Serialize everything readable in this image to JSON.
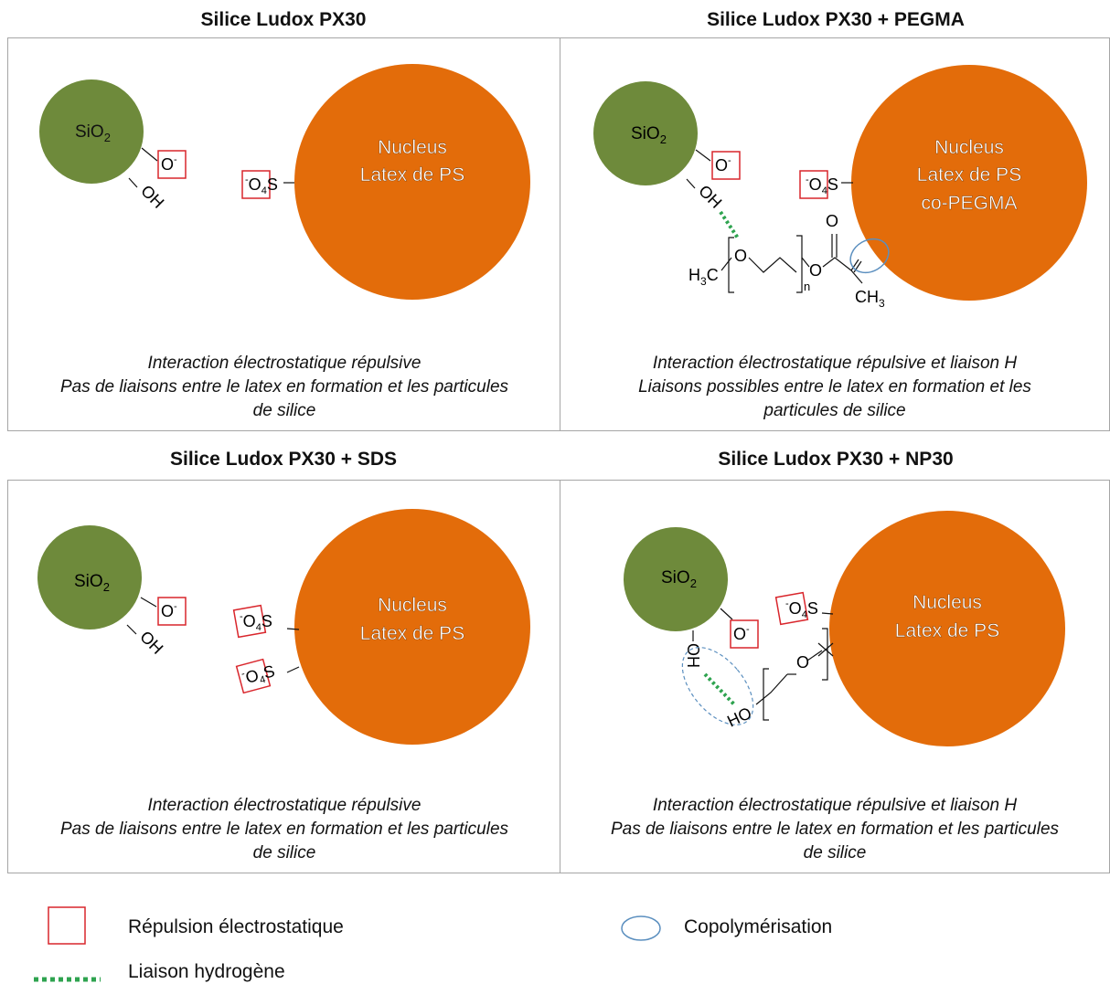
{
  "panels": [
    {
      "title": "Silice Ludox PX30",
      "silica_label": "SiO",
      "silica_sub": "2",
      "nucleus_lines": [
        "Nucleus",
        "Latex de PS"
      ],
      "caption_lines": [
        "Interaction électrostatique répulsive",
        "Pas de liaisons entre le latex en formation et les particules",
        "de silice"
      ]
    },
    {
      "title": "Silice Ludox PX30 + PEGMA",
      "silica_label": "SiO",
      "silica_sub": "2",
      "nucleus_lines": [
        "Nucleus",
        "Latex de PS",
        "co-PEGMA"
      ],
      "chain_labels": {
        "h3c": "H",
        "h3c_sub": "3",
        "h3c_c": "C",
        "o": "O",
        "n": "n",
        "ch3": "CH",
        "ch3_sub": "3"
      },
      "caption_lines": [
        "Interaction électrostatique répulsive et liaison H",
        "Liaisons possibles entre le latex en formation et les",
        "particules de silice"
      ]
    },
    {
      "title": "Silice Ludox PX30 + SDS",
      "silica_label": "SiO",
      "silica_sub": "2",
      "nucleus_lines": [
        "Nucleus",
        "Latex de PS"
      ],
      "caption_lines": [
        "Interaction électrostatique répulsive",
        "Pas de liaisons entre le latex en formation et les particules",
        "de silice"
      ]
    },
    {
      "title": "Silice Ludox PX30 + NP30",
      "silica_label": "SiO",
      "silica_sub": "2",
      "nucleus_lines": [
        "Nucleus",
        "Latex de PS"
      ],
      "chain_labels": {
        "ho": "HO",
        "o": "O"
      },
      "caption_lines": [
        "Interaction électrostatique répulsive et liaison H",
        "Pas de liaisons entre le latex en formation et les particules",
        "de silice"
      ]
    }
  ],
  "groups": {
    "oh": "OH",
    "o_minus": "O",
    "minus": "-",
    "o4s_o": "O",
    "o4s_4": "4",
    "o4s_s": "S"
  },
  "legend": {
    "repulsion": "Répulsion électrostatique",
    "copolymerisation": "Copolymérisation",
    "hydrogen": "Liaison hydrogène"
  },
  "colors": {
    "silica": "#6e8a3b",
    "nucleus": "#e36c0a",
    "box": "#d9262c",
    "hbond": "#2ea34f",
    "ellipse": "#5b8fbf"
  }
}
